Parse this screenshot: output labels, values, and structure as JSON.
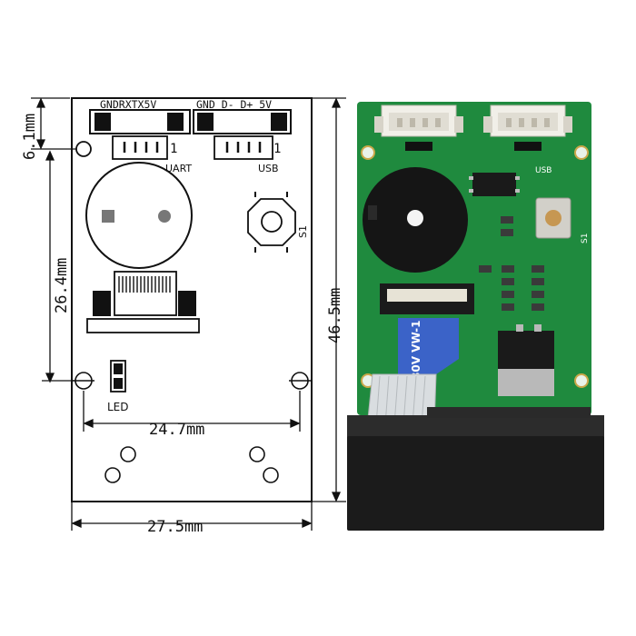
{
  "drawing": {
    "pin_labels_uart": "GNDRXTX5V",
    "pin_labels_usb": "GND D- D+ 5V",
    "pin1_uart": "1",
    "pin1_usb": "1",
    "uart_label": "UART",
    "usb_label": "USB",
    "switch_label": "S1",
    "led_label": "LED",
    "dim_top_offset": "6.1mm",
    "dim_mount_height": "26.4mm",
    "dim_total_height": "46.5mm",
    "dim_mount_width": "24.7mm",
    "dim_total_width": "27.5mm"
  },
  "photo": {
    "usb_silk": "USB",
    "switch_silk": "S1",
    "cable_text": "80V VW-1"
  },
  "colors": {
    "pcb_green": "#1f8a3e",
    "line": "#111111",
    "module_black": "#1b1b1b"
  }
}
